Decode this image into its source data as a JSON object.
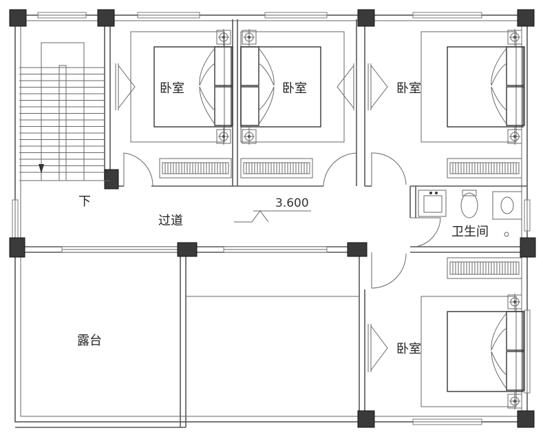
{
  "rooms": {
    "bedroom_1": "卧室",
    "bedroom_2": "卧室",
    "bedroom_3": "卧室",
    "bedroom_4": "卧室",
    "corridor": "过道",
    "bathroom": "卫生间",
    "terrace": "露台",
    "stair_down": "下"
  },
  "elevation": "3.600"
}
